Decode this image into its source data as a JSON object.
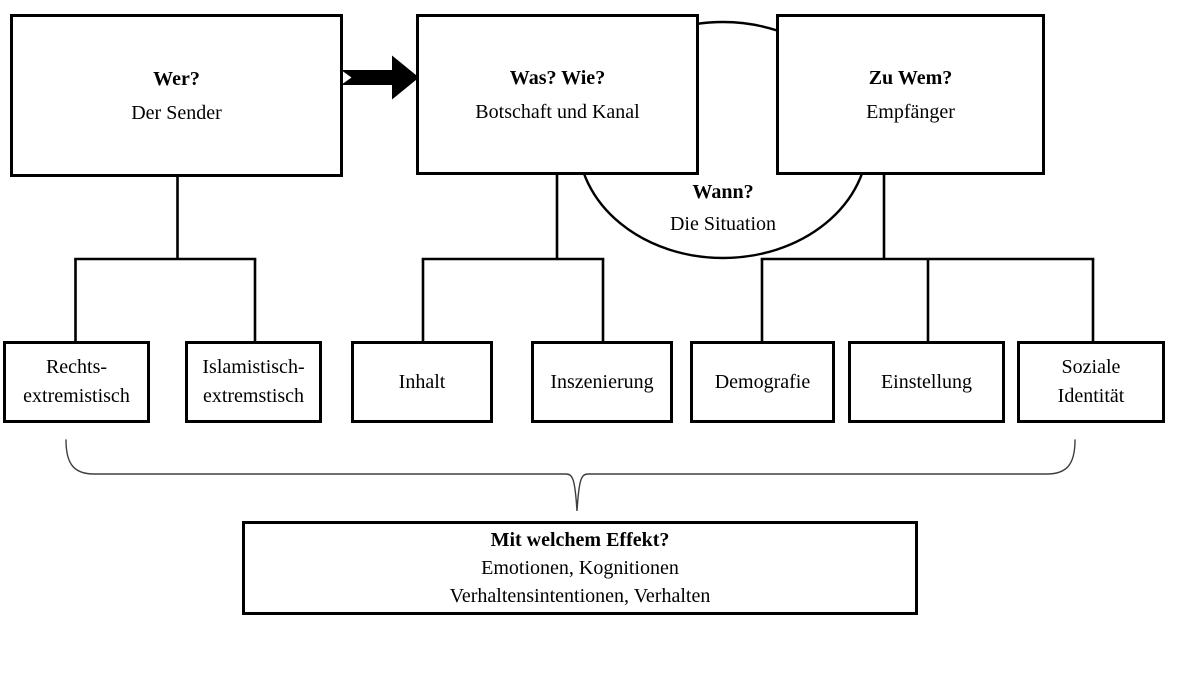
{
  "diagram": {
    "nodes": {
      "sender": {
        "title": "Wer?",
        "subtitle": "Der Sender"
      },
      "message": {
        "title": "Was? Wie?",
        "subtitle": "Botschaft und Kanal"
      },
      "receiver": {
        "title": "Zu Wem?",
        "subtitle": "Empfänger"
      },
      "situation": {
        "title": "Wann?",
        "subtitle": "Die Situation"
      },
      "effect": {
        "title": "Mit welchem Effekt?",
        "line1": "Emotionen, Kognitionen",
        "line2": "Verhaltensintentionen, Verhalten"
      }
    },
    "sender_children": [
      {
        "label": "Rechts-\nextremistisch"
      },
      {
        "label": "Islamistisch-\nextremstisch"
      }
    ],
    "message_children": [
      {
        "label": "Inhalt"
      },
      {
        "label": "Inszenierung"
      }
    ],
    "receiver_children": [
      {
        "label": "Demografie"
      },
      {
        "label": "Einstellung"
      },
      {
        "label": "Soziale\nIdentität"
      }
    ],
    "colors": {
      "line": "#000000",
      "brace": "#3f3f3f",
      "background": "#ffffff"
    }
  }
}
